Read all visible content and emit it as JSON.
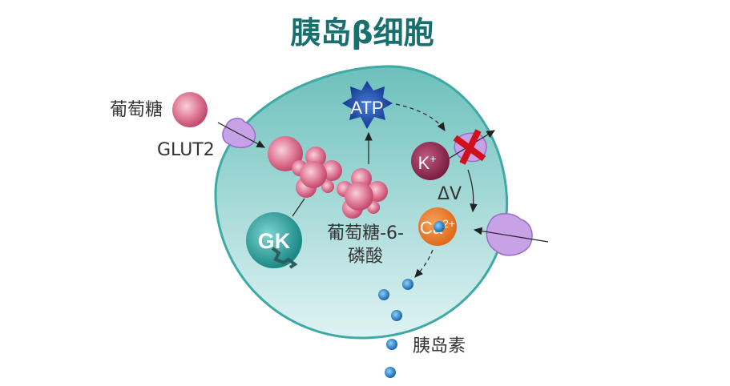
{
  "title": "胰岛β细胞",
  "labels": {
    "glucose": "葡萄糖",
    "glut2": "GLUT2",
    "atp": "ATP",
    "k": "K",
    "k_sup": "+",
    "delta_v": "ΔV",
    "ca": "Ca",
    "ca_sup": "2+",
    "gk": "GK",
    "g6p_line1": "葡萄糖-6-",
    "g6p_line2": "磷酸",
    "insulin": "胰岛素"
  },
  "colors": {
    "title": "#17706e",
    "cell_border": "#3fa9a5",
    "atp": "#1a3f9a",
    "k": "#8e2a4e",
    "ca": "#e8782a",
    "gk": "#2a9e9a",
    "glucose": "#d9607f",
    "channel": "#b58ad8",
    "block_x": "#d0101a",
    "insulin": "#1f7fc9"
  }
}
